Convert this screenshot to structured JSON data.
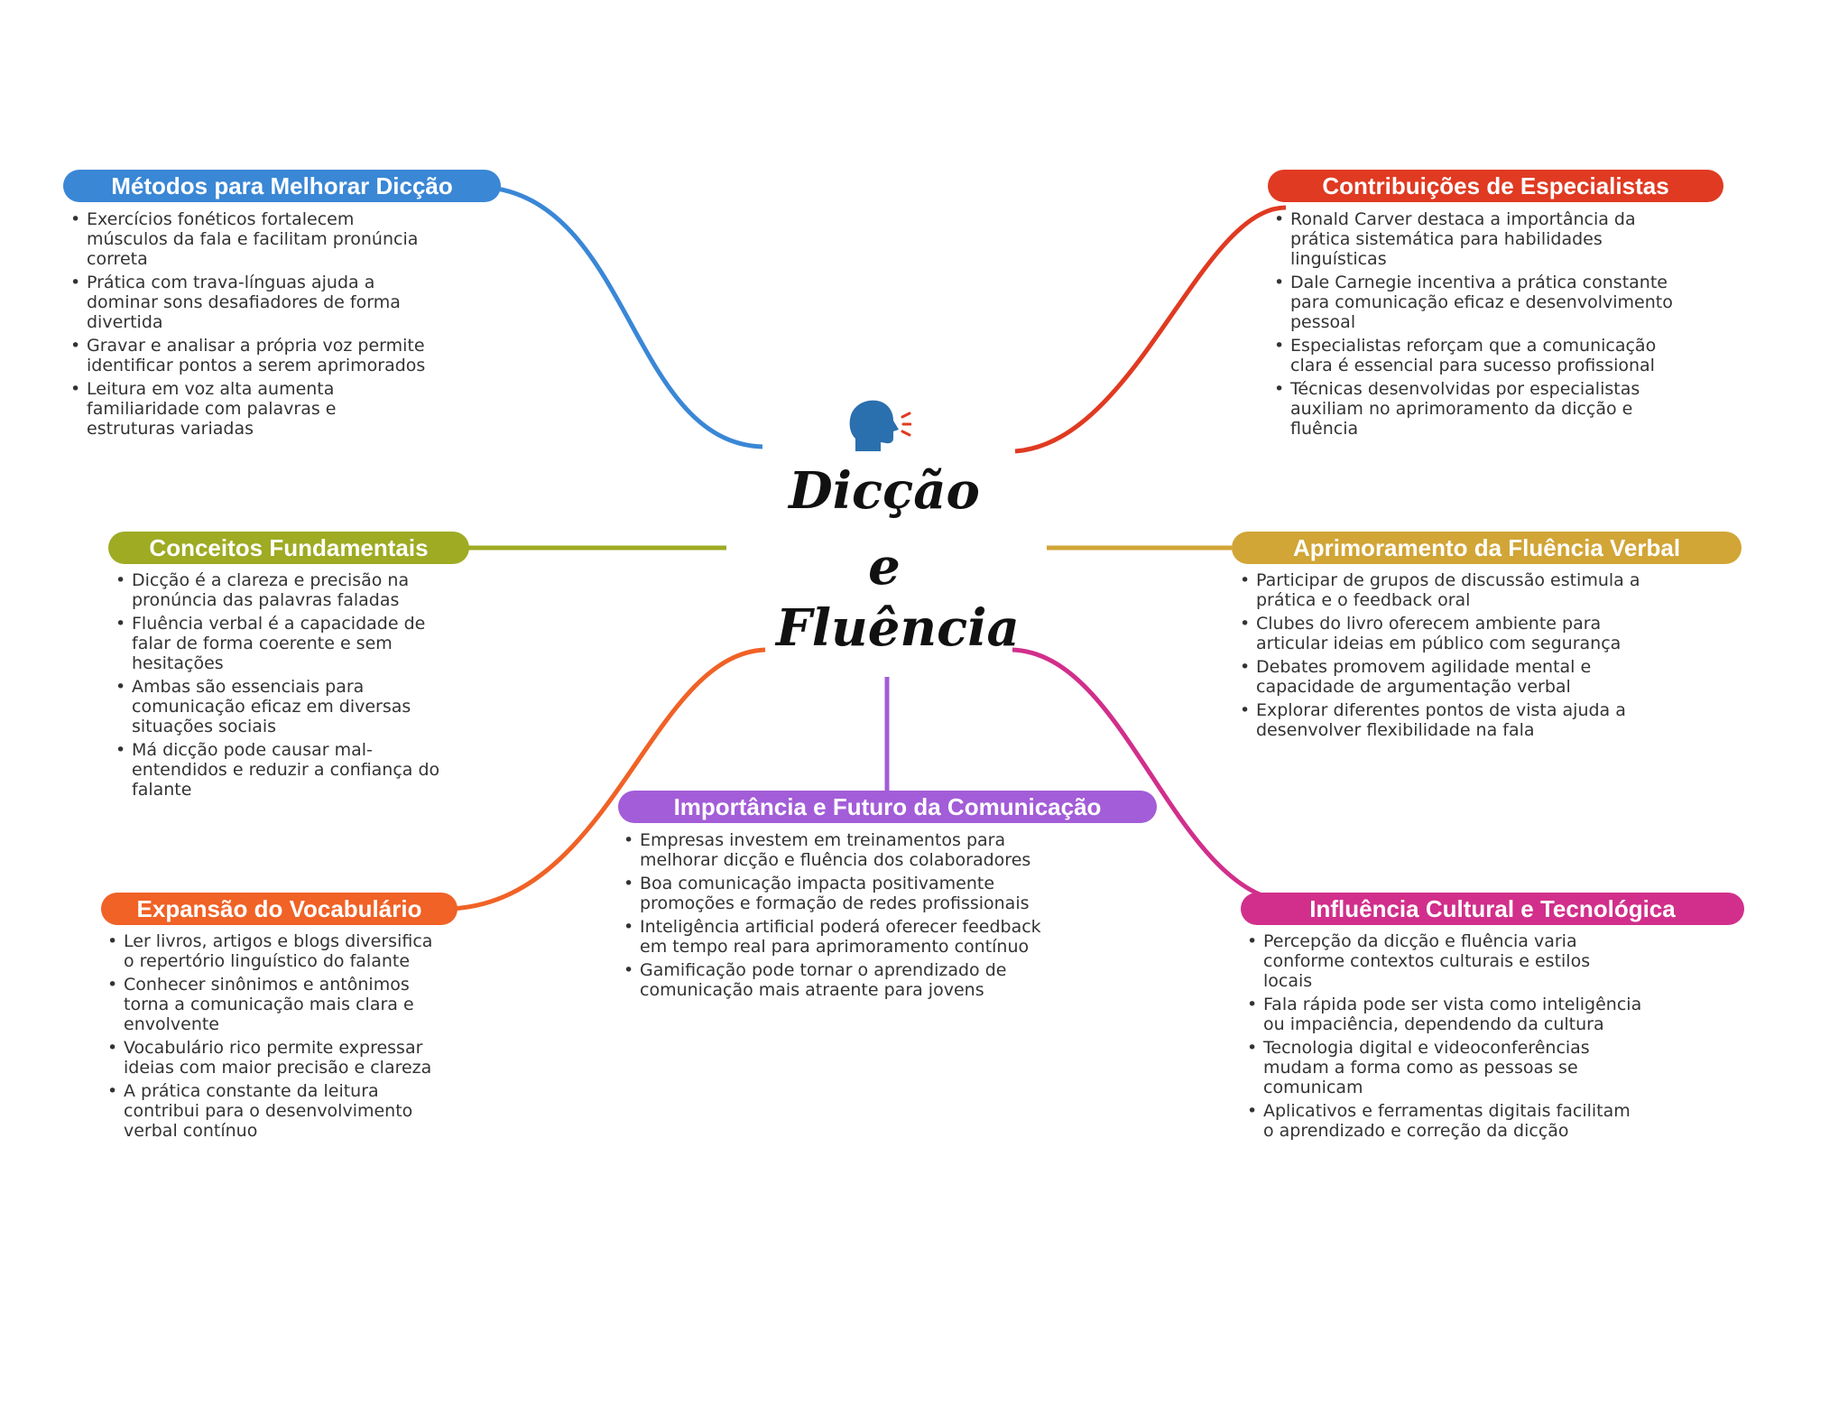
{
  "central": {
    "line1": "Dicção",
    "line2": "e",
    "line3": "Fluência",
    "icon": "speaking-head-icon"
  },
  "branches": [
    {
      "id": "metodos",
      "title": "Métodos para Melhorar Dicção",
      "color": "#3a87d6",
      "items": [
        "Exercícios fonéticos fortalecem músculos da fala e facilitam pronúncia correta",
        "Prática com trava-línguas ajuda a dominar sons desafiadores de forma divertida",
        "Gravar e analisar a própria voz permite identificar pontos a serem aprimorados",
        "Leitura em voz alta aumenta familiaridade com palavras e estruturas variadas"
      ]
    },
    {
      "id": "contribuicoes",
      "title": "Contribuições de Especialistas",
      "color": "#e03a22",
      "items": [
        "Ronald Carver destaca a importância da prática sistemática para habilidades linguísticas",
        "Dale Carnegie incentiva a prática constante para comunicação eficaz e desenvolvimento pessoal",
        "Especialistas reforçam que a comunicação clara é essencial para sucesso profissional",
        "Técnicas desenvolvidas por especialistas auxiliam no aprimoramento da dicção e fluência"
      ]
    },
    {
      "id": "conceitos",
      "title": "Conceitos Fundamentais",
      "color": "#9eab23",
      "items": [
        "Dicção é a clareza e precisão na pronúncia das palavras faladas",
        "Fluência verbal é a capacidade de falar de forma coerente e sem hesitações",
        "Ambas são essenciais para comunicação eficaz em diversas situações sociais",
        "Má dicção pode causar mal-entendidos e reduzir a confiança do falante"
      ]
    },
    {
      "id": "aprimoramento",
      "title": "Aprimoramento da Fluência Verbal",
      "color": "#d1a536",
      "items": [
        "Participar de grupos de discussão estimula a prática e o feedback oral",
        "Clubes do livro oferecem ambiente para articular ideias em público com segurança",
        "Debates promovem agilidade mental e capacidade de argumentação verbal",
        "Explorar diferentes pontos de vista ajuda a desenvolver flexibilidade na fala"
      ]
    },
    {
      "id": "importancia",
      "title": "Importância e Futuro da Comunicação",
      "color": "#a35dd8",
      "items": [
        "Empresas investem em treinamentos para melhorar dicção e fluência dos colaboradores",
        "Boa comunicação impacta positivamente promoções e formação de redes profissionais",
        "Inteligência artificial poderá oferecer feedback em tempo real para aprimoramento contínuo",
        "Gamificação pode tornar o aprendizado de comunicação mais atraente para jovens"
      ]
    },
    {
      "id": "expansao",
      "title": "Expansão do Vocabulário",
      "color": "#f06226",
      "items": [
        "Ler livros, artigos e blogs diversifica o repertório linguístico do falante",
        "Conhecer sinônimos e antônimos torna a comunicação mais clara e envolvente",
        "Vocabulário rico permite expressar ideias com maior precisão e clareza",
        "A prática constante da leitura contribui para o desenvolvimento verbal contínuo"
      ]
    },
    {
      "id": "influencia",
      "title": "Influência Cultural e Tecnológica",
      "color": "#d12f8b",
      "items": [
        "Percepção da dicção e fluência varia conforme contextos culturais e estilos locais",
        "Fala rápida pode ser vista como inteligência ou impaciência, dependendo da cultura",
        "Tecnologia digital e videoconferências mudam a forma como as pessoas se comunicam",
        "Aplicativos e ferramentas digitais facilitam o aprendizado e correção da dicção"
      ]
    }
  ]
}
